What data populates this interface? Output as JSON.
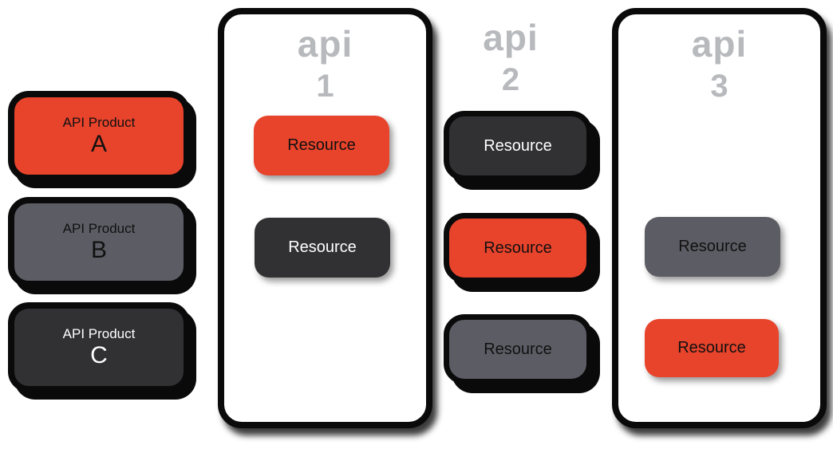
{
  "colors": {
    "red": "#E8432B",
    "gray": "#5C5C64",
    "dark": "#313133",
    "label_gray": "#B7B9BC",
    "border_black": "#0A0A0B",
    "background": "#FFFFFF"
  },
  "products": [
    {
      "title": "API Product",
      "letter": "A",
      "color": "red",
      "text_color": "black"
    },
    {
      "title": "API Product",
      "letter": "B",
      "color": "gray",
      "text_color": "black"
    },
    {
      "title": "API Product",
      "letter": "C",
      "color": "dark",
      "text_color": "white"
    }
  ],
  "apis": [
    {
      "label": "api",
      "number": "1",
      "has_container": true,
      "resources": [
        {
          "label": "Resource",
          "color": "red",
          "text_color": "black",
          "bordered": false
        },
        {
          "label": "Resource",
          "color": "dark",
          "text_color": "white",
          "bordered": false
        }
      ]
    },
    {
      "label": "api",
      "number": "2",
      "has_container": false,
      "resources": [
        {
          "label": "Resource",
          "color": "dark",
          "text_color": "white",
          "bordered": true
        },
        {
          "label": "Resource",
          "color": "red",
          "text_color": "black",
          "bordered": true
        },
        {
          "label": "Resource",
          "color": "gray",
          "text_color": "black",
          "bordered": true
        }
      ]
    },
    {
      "label": "api",
      "number": "3",
      "has_container": true,
      "resources": [
        {
          "label": "Resource",
          "color": "gray",
          "text_color": "black",
          "bordered": false
        },
        {
          "label": "Resource",
          "color": "red",
          "text_color": "black",
          "bordered": false
        }
      ]
    }
  ]
}
